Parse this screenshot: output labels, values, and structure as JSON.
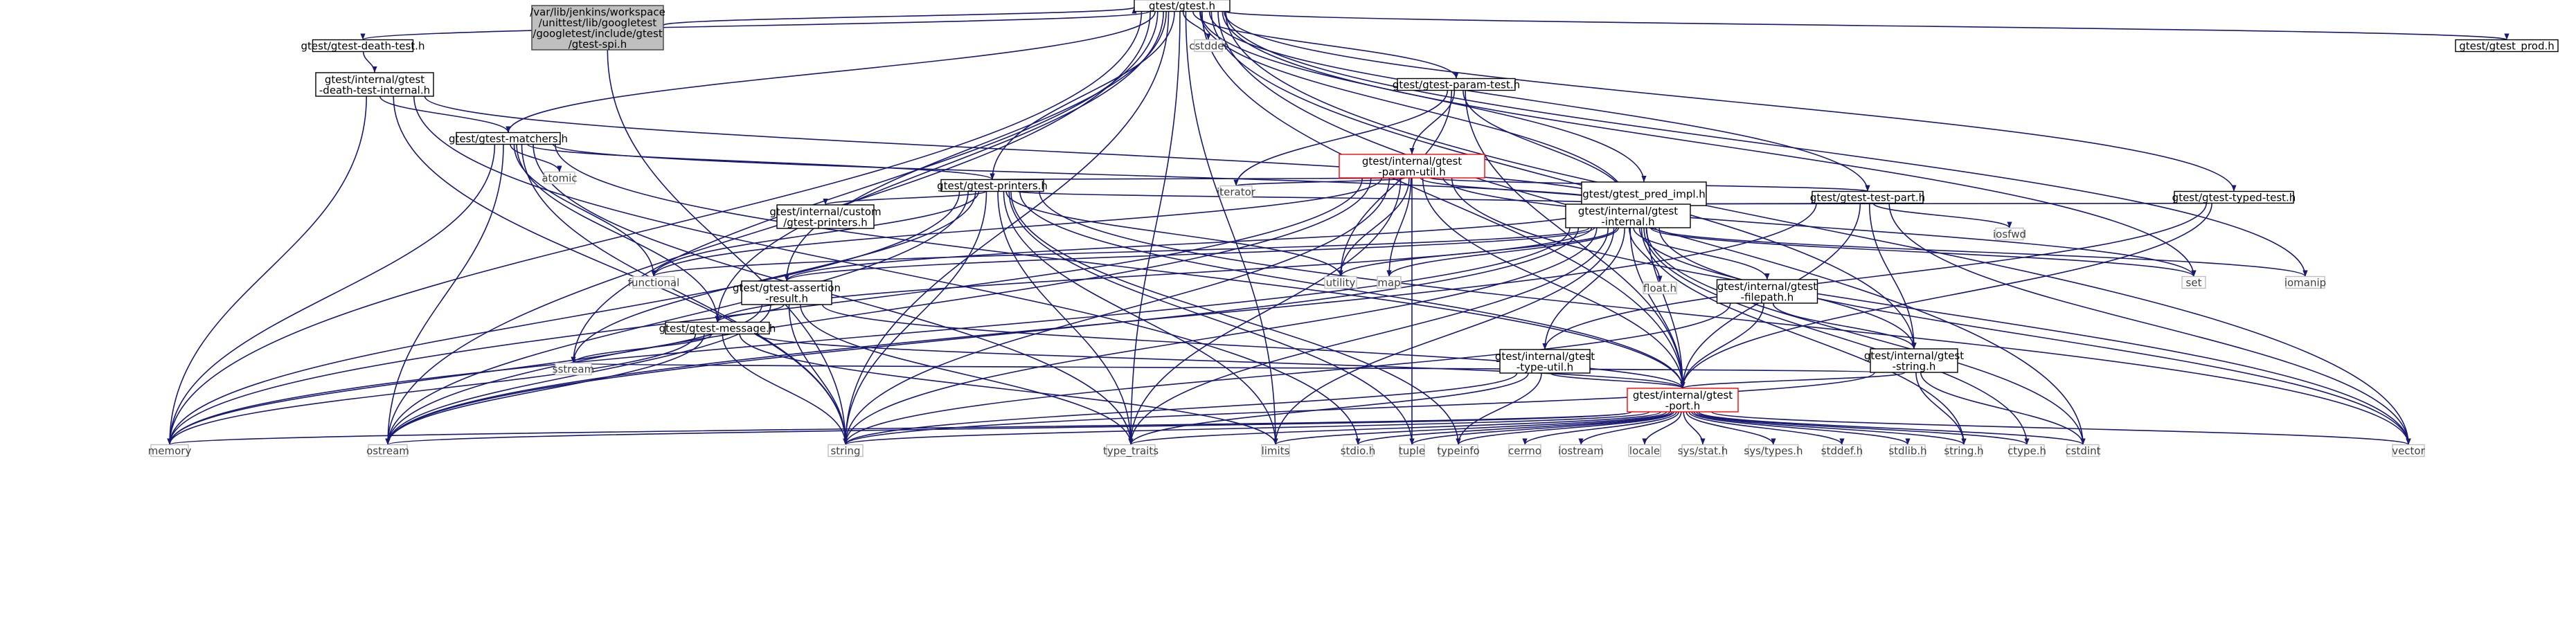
{
  "colors": {
    "edge": "#191970",
    "root_fill": "#bfbfbf",
    "root_border": "#404040",
    "normal_border": "#000000",
    "truncated_border": "#ff0000",
    "external_border": "#bfbfbf",
    "external_text": "#404040"
  },
  "nodes": [
    {
      "id": "root",
      "lines": [
        "/var/lib/jenkins/workspace",
        "/unittest/lib/googletest",
        "/googletest/include/gtest",
        "/gtest-spi.h"
      ],
      "kind": "root"
    },
    {
      "id": "gtest_h",
      "lines": [
        "gtest/gtest.h"
      ],
      "kind": "normal"
    },
    {
      "id": "death_test",
      "lines": [
        "gtest/gtest-death-test.h"
      ],
      "kind": "normal"
    },
    {
      "id": "cstddef",
      "lines": [
        "cstddef"
      ],
      "kind": "external"
    },
    {
      "id": "gtest_prod",
      "lines": [
        "gtest/gtest_prod.h"
      ],
      "kind": "normal"
    },
    {
      "id": "dt_internal",
      "lines": [
        "gtest/internal/gtest",
        "-death-test-internal.h"
      ],
      "kind": "normal"
    },
    {
      "id": "param_test",
      "lines": [
        "gtest/gtest-param-test.h"
      ],
      "kind": "normal"
    },
    {
      "id": "matchers",
      "lines": [
        "gtest/gtest-matchers.h"
      ],
      "kind": "normal"
    },
    {
      "id": "param_util",
      "lines": [
        "gtest/internal/gtest",
        "-param-util.h"
      ],
      "kind": "truncated"
    },
    {
      "id": "atomic",
      "lines": [
        "atomic"
      ],
      "kind": "external"
    },
    {
      "id": "printers",
      "lines": [
        "gtest/gtest-printers.h"
      ],
      "kind": "normal"
    },
    {
      "id": "iterator",
      "lines": [
        "iterator"
      ],
      "kind": "external"
    },
    {
      "id": "pred_impl",
      "lines": [
        "gtest/gtest_pred_impl.h"
      ],
      "kind": "normal"
    },
    {
      "id": "test_part",
      "lines": [
        "gtest/gtest-test-part.h"
      ],
      "kind": "normal"
    },
    {
      "id": "typed_test",
      "lines": [
        "gtest/gtest-typed-test.h"
      ],
      "kind": "normal"
    },
    {
      "id": "iosfwd",
      "lines": [
        "iosfwd"
      ],
      "kind": "external"
    },
    {
      "id": "custom_printers",
      "lines": [
        "gtest/internal/custom",
        "/gtest-printers.h"
      ],
      "kind": "normal"
    },
    {
      "id": "internal",
      "lines": [
        "gtest/internal/gtest",
        "-internal.h"
      ],
      "kind": "normal"
    },
    {
      "id": "functional",
      "lines": [
        "functional"
      ],
      "kind": "external"
    },
    {
      "id": "assertion",
      "lines": [
        "gtest/gtest-assertion",
        "-result.h"
      ],
      "kind": "normal"
    },
    {
      "id": "utility",
      "lines": [
        "utility"
      ],
      "kind": "external"
    },
    {
      "id": "map",
      "lines": [
        "map"
      ],
      "kind": "external"
    },
    {
      "id": "float_h",
      "lines": [
        "float.h"
      ],
      "kind": "external"
    },
    {
      "id": "filepath",
      "lines": [
        "gtest/internal/gtest",
        "-filepath.h"
      ],
      "kind": "normal"
    },
    {
      "id": "set",
      "lines": [
        "set"
      ],
      "kind": "external"
    },
    {
      "id": "iomanip",
      "lines": [
        "iomanip"
      ],
      "kind": "external"
    },
    {
      "id": "message",
      "lines": [
        "gtest/gtest-message.h"
      ],
      "kind": "normal"
    },
    {
      "id": "type_util",
      "lines": [
        "gtest/internal/gtest",
        "-type-util.h"
      ],
      "kind": "normal"
    },
    {
      "id": "gstring",
      "lines": [
        "gtest/internal/gtest",
        "-string.h"
      ],
      "kind": "normal"
    },
    {
      "id": "sstream",
      "lines": [
        "sstream"
      ],
      "kind": "external"
    },
    {
      "id": "port",
      "lines": [
        "gtest/internal/gtest",
        "-port.h"
      ],
      "kind": "truncated"
    },
    {
      "id": "memory",
      "lines": [
        "memory"
      ],
      "kind": "external"
    },
    {
      "id": "ostream",
      "lines": [
        "ostream"
      ],
      "kind": "external"
    },
    {
      "id": "string",
      "lines": [
        "string"
      ],
      "kind": "external"
    },
    {
      "id": "type_traits",
      "lines": [
        "type_traits"
      ],
      "kind": "external"
    },
    {
      "id": "limits",
      "lines": [
        "limits"
      ],
      "kind": "external"
    },
    {
      "id": "stdio_h",
      "lines": [
        "stdio.h"
      ],
      "kind": "external"
    },
    {
      "id": "tuple",
      "lines": [
        "tuple"
      ],
      "kind": "external"
    },
    {
      "id": "typeinfo",
      "lines": [
        "typeinfo"
      ],
      "kind": "external"
    },
    {
      "id": "cerrno",
      "lines": [
        "cerrno"
      ],
      "kind": "external"
    },
    {
      "id": "iostream",
      "lines": [
        "iostream"
      ],
      "kind": "external"
    },
    {
      "id": "locale",
      "lines": [
        "locale"
      ],
      "kind": "external"
    },
    {
      "id": "sys_stat",
      "lines": [
        "sys/stat.h"
      ],
      "kind": "external"
    },
    {
      "id": "sys_types",
      "lines": [
        "sys/types.h"
      ],
      "kind": "external"
    },
    {
      "id": "stddef_h",
      "lines": [
        "stddef.h"
      ],
      "kind": "external"
    },
    {
      "id": "stdlib_h",
      "lines": [
        "stdlib.h"
      ],
      "kind": "external"
    },
    {
      "id": "string_h",
      "lines": [
        "string.h"
      ],
      "kind": "external"
    },
    {
      "id": "ctype_h",
      "lines": [
        "ctype.h"
      ],
      "kind": "external"
    },
    {
      "id": "cstdint",
      "lines": [
        "cstdint"
      ],
      "kind": "external"
    },
    {
      "id": "vector",
      "lines": [
        "vector"
      ],
      "kind": "external"
    }
  ],
  "edges": [
    [
      "root",
      "gtest_h"
    ],
    [
      "root",
      "string"
    ],
    [
      "gtest_h",
      "death_test"
    ],
    [
      "gtest_h",
      "cstddef"
    ],
    [
      "gtest_h",
      "gtest_prod"
    ],
    [
      "gtest_h",
      "param_test"
    ],
    [
      "gtest_h",
      "matchers"
    ],
    [
      "gtest_h",
      "printers"
    ],
    [
      "gtest_h",
      "pred_impl"
    ],
    [
      "gtest_h",
      "test_part"
    ],
    [
      "gtest_h",
      "typed_test"
    ],
    [
      "gtest_h",
      "internal"
    ],
    [
      "gtest_h",
      "assertion"
    ],
    [
      "gtest_h",
      "message"
    ],
    [
      "gtest_h",
      "gstring"
    ],
    [
      "gtest_h",
      "port"
    ],
    [
      "gtest_h",
      "memory"
    ],
    [
      "gtest_h",
      "ostream"
    ],
    [
      "gtest_h",
      "string"
    ],
    [
      "gtest_h",
      "type_traits"
    ],
    [
      "gtest_h",
      "limits"
    ],
    [
      "gtest_h",
      "set"
    ],
    [
      "gtest_h",
      "iomanip"
    ],
    [
      "gtest_h",
      "cstdint"
    ],
    [
      "gtest_h",
      "vector"
    ],
    [
      "gtest_h",
      "sstream"
    ],
    [
      "death_test",
      "dt_internal"
    ],
    [
      "dt_internal",
      "matchers"
    ],
    [
      "dt_internal",
      "internal"
    ],
    [
      "dt_internal",
      "memory"
    ],
    [
      "dt_internal",
      "string"
    ],
    [
      "dt_internal",
      "stdio_h"
    ],
    [
      "param_test",
      "param_util"
    ],
    [
      "param_test",
      "internal"
    ],
    [
      "param_test",
      "port"
    ],
    [
      "param_test",
      "iterator"
    ],
    [
      "param_test",
      "utility"
    ],
    [
      "matchers",
      "printers"
    ],
    [
      "matchers",
      "internal"
    ],
    [
      "matchers",
      "port"
    ],
    [
      "matchers",
      "atomic"
    ],
    [
      "matchers",
      "functional"
    ],
    [
      "matchers",
      "memory"
    ],
    [
      "matchers",
      "ostream"
    ],
    [
      "matchers",
      "string"
    ],
    [
      "matchers",
      "type_traits"
    ],
    [
      "matchers",
      "message"
    ],
    [
      "param_util",
      "printers"
    ],
    [
      "param_util",
      "test_part"
    ],
    [
      "param_util",
      "internal"
    ],
    [
      "param_util",
      "port"
    ],
    [
      "param_util",
      "iterator"
    ],
    [
      "param_util",
      "memory"
    ],
    [
      "param_util",
      "ostream"
    ],
    [
      "param_util",
      "set"
    ],
    [
      "param_util",
      "string"
    ],
    [
      "param_util",
      "tuple"
    ],
    [
      "param_util",
      "type_traits"
    ],
    [
      "param_util",
      "utility"
    ],
    [
      "param_util",
      "vector"
    ],
    [
      "param_util",
      "map"
    ],
    [
      "param_util",
      "functional"
    ],
    [
      "printers",
      "custom_printers"
    ],
    [
      "printers",
      "internal"
    ],
    [
      "printers",
      "port"
    ],
    [
      "printers",
      "functional"
    ],
    [
      "printers",
      "memory"
    ],
    [
      "printers",
      "ostream"
    ],
    [
      "printers",
      "sstream"
    ],
    [
      "printers",
      "string"
    ],
    [
      "printers",
      "tuple"
    ],
    [
      "printers",
      "type_traits"
    ],
    [
      "printers",
      "typeinfo"
    ],
    [
      "printers",
      "utility"
    ],
    [
      "printers",
      "vector"
    ],
    [
      "printers",
      "limits"
    ],
    [
      "pred_impl",
      "assertion"
    ],
    [
      "pred_impl",
      "internal"
    ],
    [
      "pred_impl",
      "port"
    ],
    [
      "test_part",
      "internal"
    ],
    [
      "test_part",
      "gstring"
    ],
    [
      "test_part",
      "port"
    ],
    [
      "test_part",
      "iosfwd"
    ],
    [
      "test_part",
      "ostream"
    ],
    [
      "test_part",
      "vector"
    ],
    [
      "typed_test",
      "internal"
    ],
    [
      "typed_test",
      "port"
    ],
    [
      "typed_test",
      "type_util"
    ],
    [
      "internal",
      "assertion"
    ],
    [
      "internal",
      "message"
    ],
    [
      "internal",
      "filepath"
    ],
    [
      "internal",
      "gstring"
    ],
    [
      "internal",
      "type_util"
    ],
    [
      "internal",
      "port"
    ],
    [
      "internal",
      "float_h"
    ],
    [
      "internal",
      "functional"
    ],
    [
      "internal",
      "utility"
    ],
    [
      "internal",
      "map"
    ],
    [
      "internal",
      "set"
    ],
    [
      "internal",
      "iomanip"
    ],
    [
      "internal",
      "limits"
    ],
    [
      "internal",
      "string"
    ],
    [
      "internal",
      "type_traits"
    ],
    [
      "internal",
      "vector"
    ],
    [
      "internal",
      "string_h"
    ],
    [
      "internal",
      "ctype_h"
    ],
    [
      "internal",
      "cstdint"
    ],
    [
      "internal",
      "memory"
    ],
    [
      "internal",
      "ostream"
    ],
    [
      "assertion",
      "message"
    ],
    [
      "assertion",
      "port"
    ],
    [
      "assertion",
      "memory"
    ],
    [
      "assertion",
      "ostream"
    ],
    [
      "assertion",
      "string"
    ],
    [
      "assertion",
      "type_traits"
    ],
    [
      "filepath",
      "gstring"
    ],
    [
      "filepath",
      "port"
    ],
    [
      "filepath",
      "string"
    ],
    [
      "message",
      "port"
    ],
    [
      "message",
      "limits"
    ],
    [
      "message",
      "memory"
    ],
    [
      "message",
      "ostream"
    ],
    [
      "message",
      "sstream"
    ],
    [
      "message",
      "string"
    ],
    [
      "type_util",
      "port"
    ],
    [
      "type_util",
      "string"
    ],
    [
      "type_util",
      "type_traits"
    ],
    [
      "type_util",
      "typeinfo"
    ],
    [
      "gstring",
      "port"
    ],
    [
      "gstring",
      "cstdint"
    ],
    [
      "gstring",
      "sstream"
    ],
    [
      "gstring",
      "string"
    ],
    [
      "gstring",
      "string_h"
    ],
    [
      "port",
      "memory"
    ],
    [
      "port",
      "ostream"
    ],
    [
      "port",
      "string"
    ],
    [
      "port",
      "type_traits"
    ],
    [
      "port",
      "limits"
    ],
    [
      "port",
      "stdio_h"
    ],
    [
      "port",
      "tuple"
    ],
    [
      "port",
      "typeinfo"
    ],
    [
      "port",
      "cerrno"
    ],
    [
      "port",
      "iostream"
    ],
    [
      "port",
      "locale"
    ],
    [
      "port",
      "sys_stat"
    ],
    [
      "port",
      "sys_types"
    ],
    [
      "port",
      "stddef_h"
    ],
    [
      "port",
      "stdlib_h"
    ],
    [
      "port",
      "string_h"
    ],
    [
      "port",
      "ctype_h"
    ],
    [
      "port",
      "cstdint"
    ],
    [
      "port",
      "vector"
    ]
  ]
}
